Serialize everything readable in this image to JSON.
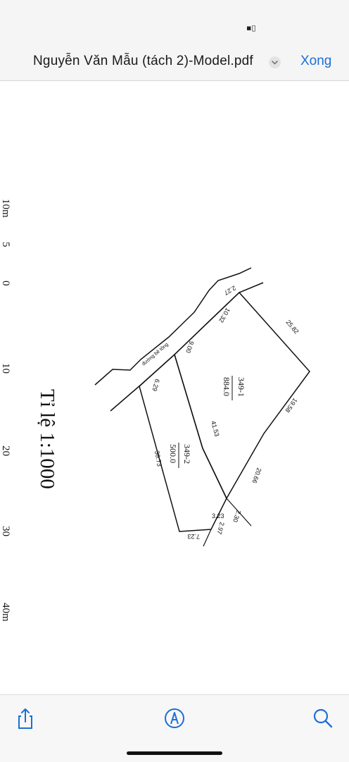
{
  "status_bar": {
    "indicator": "▪▯"
  },
  "header": {
    "title": "Nguyễn Văn Mẫu (tách 2)-Model.pdf",
    "done_label": "Xong"
  },
  "document": {
    "scale_title": "Tỉ lệ 1:1000",
    "scale_bar": {
      "labels": [
        "10m",
        "5",
        "0",
        "10",
        "20",
        "30",
        "40m"
      ]
    },
    "parcels": [
      {
        "id": "349-1",
        "area": "884.0"
      },
      {
        "id": "349-2",
        "area": "500.0"
      }
    ],
    "edge_lengths": [
      "2.27",
      "10.32",
      "9.00",
      "6.29",
      "36.73",
      "41.53",
      "25.82",
      "19.58",
      "20.66",
      "2.30",
      "3.23",
      "2.97",
      "7.23"
    ],
    "road_label": "đường bê tông"
  },
  "toolbar": {
    "share_icon": "share-icon",
    "markup_icon": "markup-icon",
    "search_icon": "search-icon"
  },
  "colors": {
    "accent": "#1c6fd6",
    "drawing": "#111111"
  }
}
